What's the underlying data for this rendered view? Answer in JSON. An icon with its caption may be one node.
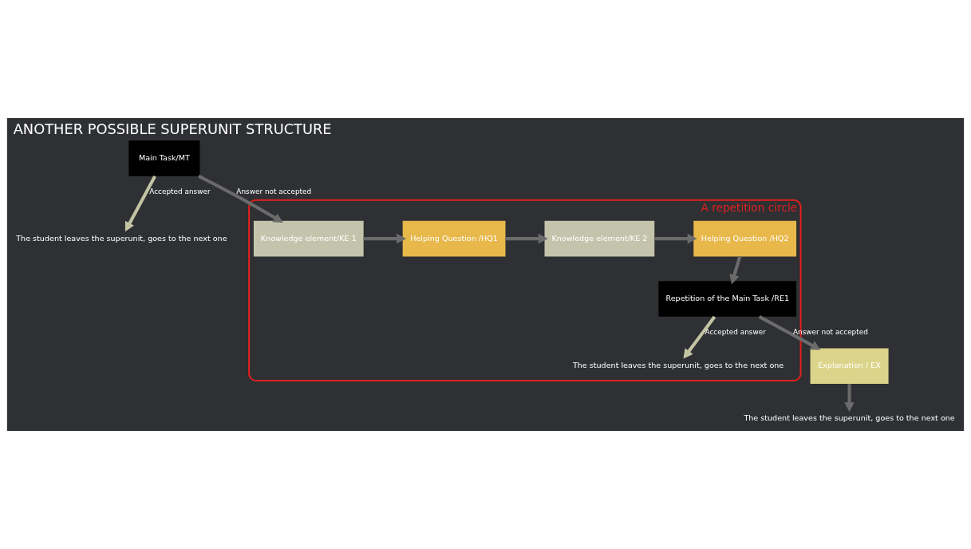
{
  "diagram": {
    "title": "ANOTHER POSSIBLE SUPERUNIT STRUCTURE",
    "nodes": [
      {
        "text": [
          "Main Task/MT"
        ]
      },
      {
        "text": [
          "The student leaves the superunit, goes to the next one"
        ]
      },
      {
        "text": [
          "A repetition circle"
        ]
      },
      {
        "text": [
          "Knowledge element/KE 1"
        ],
        "in": 2
      },
      {
        "text": [
          "Helping Question /HQ1"
        ],
        "in": 2
      },
      {
        "text": [
          "Knowledge element/KE 2"
        ],
        "in": 2
      },
      {
        "text": [
          "Helping Question /HQ2"
        ],
        "in": 2
      },
      {
        "text": [
          "Repetition of the Main Task /RE1"
        ],
        "in": 2
      },
      {
        "text": [
          "The student leaves the superunit, goes to the next one"
        ],
        "in": 2
      },
      {
        "text": [
          "Explanation / EX"
        ]
      },
      {
        "text": [
          "The student leaves the superunit, goes to the next one"
        ]
      }
    ],
    "edges": [
      {
        "from": 0,
        "to": 1,
        "arrow": "to",
        "label": "Accepted answer",
        "color": "#c4c4a4"
      },
      {
        "from": 0,
        "to": 3,
        "arrow": "to",
        "label": "Answer not accepted"
      },
      {
        "from": 3,
        "to": 4,
        "arrow": "to"
      },
      {
        "from": 4,
        "to": 5,
        "arrow": "to"
      },
      {
        "from": 5,
        "to": 6,
        "arrow": "to"
      },
      {
        "from": 6,
        "to": 7,
        "arrow": "to"
      },
      {
        "from": 7,
        "to": 8,
        "arrow": "to",
        "label": "Accepted answer",
        "color": "#c4c4a4"
      },
      {
        "from": 7,
        "to": 9,
        "arrow": "to",
        "label": "Answer not accepted"
      },
      {
        "from": 9,
        "to": 10,
        "arrow": "to"
      }
    ]
  }
}
